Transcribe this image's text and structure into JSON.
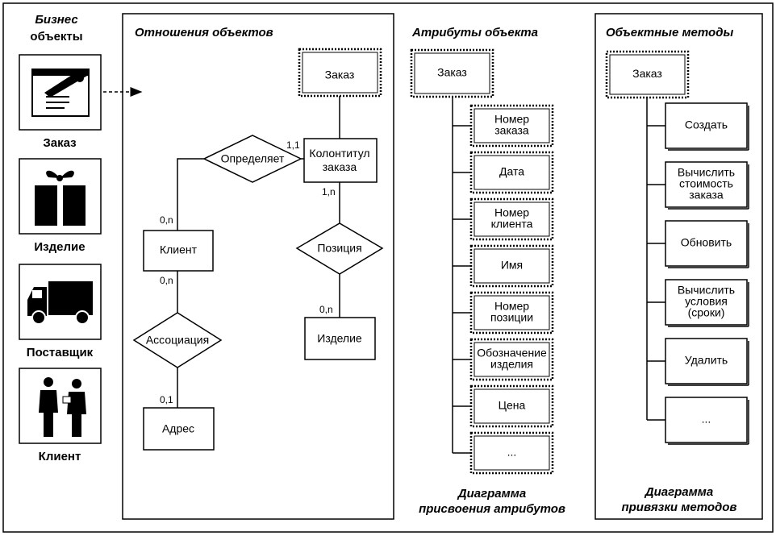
{
  "left_panel": {
    "title_line1": "Бизнес",
    "title_line2": "объекты",
    "items": [
      {
        "label": "Заказ",
        "icon": "order-document-icon"
      },
      {
        "label": "Изделие",
        "icon": "gift-box-icon"
      },
      {
        "label": "Поставщик",
        "icon": "delivery-truck-icon"
      },
      {
        "label": "Клиент",
        "icon": "people-icon"
      }
    ]
  },
  "relations": {
    "title": "Отношения объектов",
    "order": "Заказ",
    "header_line1": "Колонтитул",
    "header_line2": "заказа",
    "defines": "Определяет",
    "client": "Клиент",
    "position": "Позиция",
    "association": "Ассоциация",
    "product": "Изделие",
    "address": "Адрес",
    "card_11": "1,1",
    "card_1n": "1,n",
    "card_0n_a": "0,n",
    "card_0n_b": "0,n",
    "card_0n_c": "0,n",
    "card_01": "0,1"
  },
  "attributes": {
    "title": "Атрибуты объекта",
    "root": "Заказ",
    "items": [
      [
        "Номер",
        "заказа"
      ],
      [
        "Дата"
      ],
      [
        "Номер",
        "клиента"
      ],
      [
        "Имя"
      ],
      [
        "Номер",
        "позиции"
      ],
      [
        "Обозначение",
        "изделия"
      ],
      [
        "Цена"
      ],
      [
        "..."
      ]
    ],
    "caption_line1": "Диаграмма",
    "caption_line2": "присвоения атрибутов"
  },
  "methods": {
    "title": "Объектные методы",
    "root": "Заказ",
    "items": [
      [
        "Создать"
      ],
      [
        "Вычислить",
        "стоимость",
        "заказа"
      ],
      [
        "Обновить"
      ],
      [
        "Вычислить",
        "условия",
        "(сроки)"
      ],
      [
        "Удалить"
      ],
      [
        "..."
      ]
    ],
    "caption_line1": "Диаграмма",
    "caption_line2": "привязки методов"
  }
}
